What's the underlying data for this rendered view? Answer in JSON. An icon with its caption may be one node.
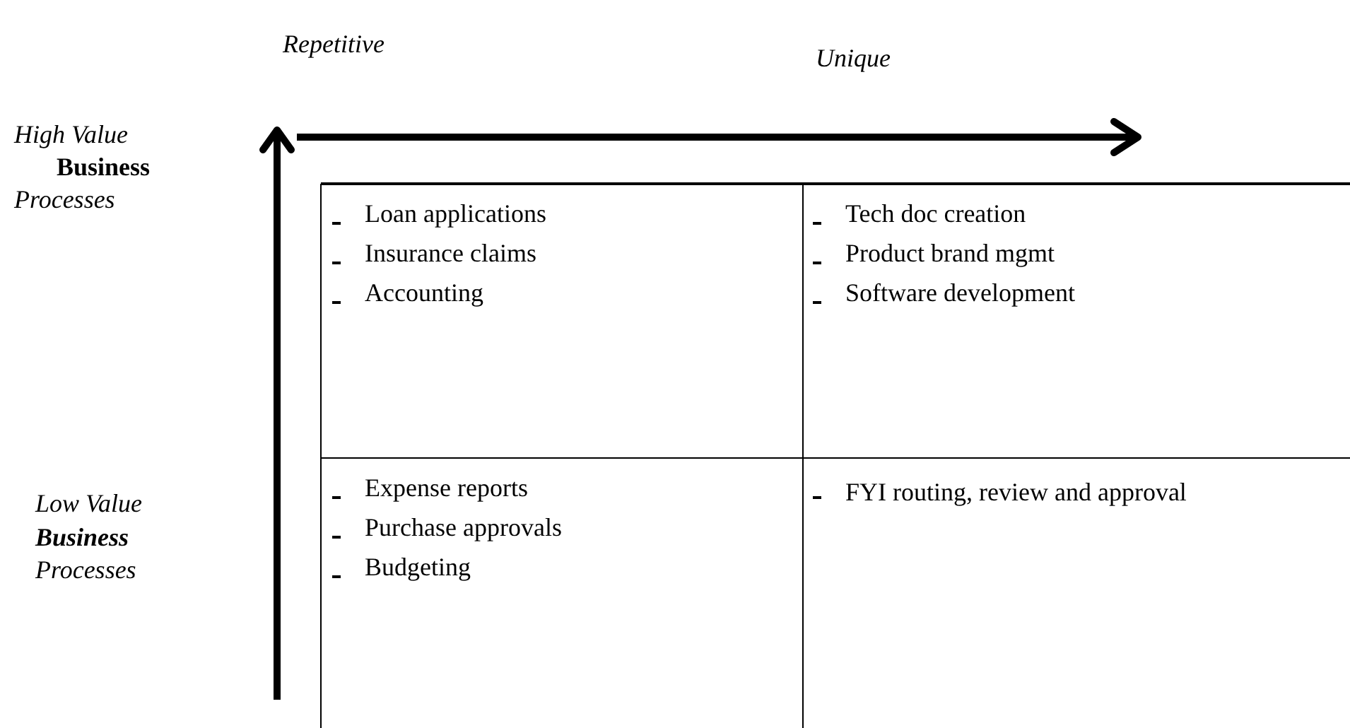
{
  "diagram": {
    "labels": [
      "Repetitive",
      "Unique",
      "High Value",
      "Business",
      "Processes",
      "Loan applications",
      "Insurance claims",
      "Accounting",
      "Tech doc creation",
      "Product brand mgmt",
      "Software development",
      "Low Value",
      "Business",
      "Processes",
      "Expense reports",
      "Purchase approvals",
      "Budgeting",
      "FYI routing, review and approval"
    ]
  }
}
